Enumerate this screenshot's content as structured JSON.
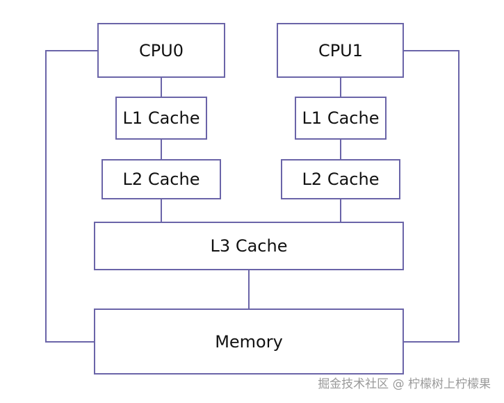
{
  "diagram": {
    "cpu0": {
      "label": "CPU0"
    },
    "cpu1": {
      "label": "CPU1"
    },
    "cpu0_l1": {
      "label": "L1 Cache"
    },
    "cpu1_l1": {
      "label": "L1 Cache"
    },
    "cpu0_l2": {
      "label": "L2 Cache"
    },
    "cpu1_l2": {
      "label": "L2 Cache"
    },
    "l3": {
      "label": "L3 Cache"
    },
    "memory": {
      "label": "Memory"
    }
  },
  "colors": {
    "stroke": "#6a64a8",
    "text": "#111111",
    "watermark": "#9a9a9a"
  },
  "watermark": {
    "text": "掘金技术社区 @ 柠檬树上柠檬果"
  }
}
